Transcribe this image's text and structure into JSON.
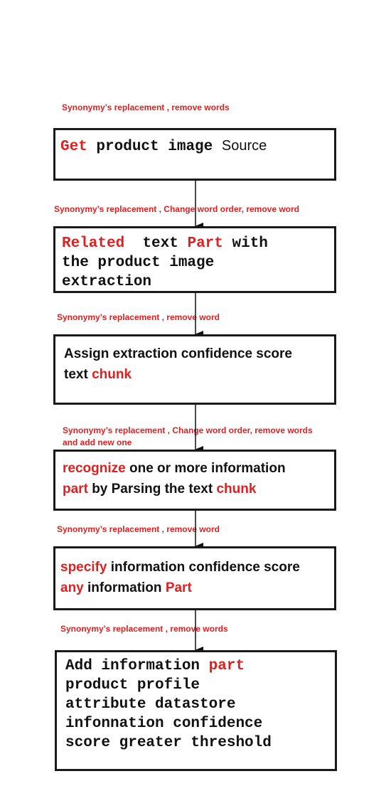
{
  "notes": [
    "Synonymy’s replacement , remove words",
    "Synonymy’s replacement , Change word order, remove word",
    "Synonymy’s replacement , remove word",
    "Synonymy’s replacement , Change word order, remove words and add new one",
    "Synonymy’s replacement , remove word",
    "Synonymy’s replacement , remove words"
  ],
  "box1": {
    "w1": "Get",
    "w2": "product image",
    "w3": "Source"
  },
  "box2": {
    "w1": "Related",
    "w2": "text",
    "w3": "Part",
    "w4": "with",
    "line2": "the product image",
    "line3": "extraction"
  },
  "box3": {
    "line1": "Assign  extraction confidence score",
    "w1": "text",
    "w2": "chunk"
  },
  "box4": {
    "w1": "recognize",
    "w2": "one or more information",
    "w3": "part",
    "w4": "by Parsing the text",
    "w5": "chunk"
  },
  "box5": {
    "w1": "specify",
    "w2": "information confidence score",
    "w3": "any",
    "w4": "information",
    "w5": "Part"
  },
  "box6": {
    "w1": "Add  information",
    "w2": "part",
    "line2": "product profile",
    "line3": "attribute datastore",
    "line4": "infonnation confidence",
    "line5": "score  greater threshold"
  },
  "colors": {
    "accent": "#e02020",
    "text": "#111111",
    "border": "#1a1a1a"
  }
}
